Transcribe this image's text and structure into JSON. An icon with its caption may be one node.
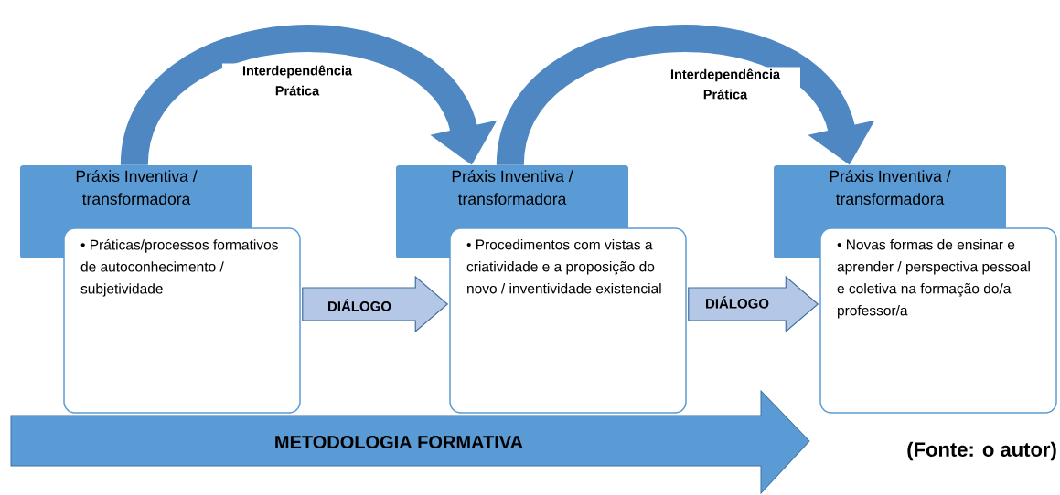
{
  "diagram": {
    "caption": "(Fonte: o autor)",
    "nodes": [
      {
        "text": [
          "Práxis Inventiva / transformadora"
        ]
      },
      {
        "text": [
          "• Práticas/processos formativos de autoconhecimento / subjetividade"
        ]
      },
      {
        "text": [
          "Práxis Inventiva / transformadora"
        ]
      },
      {
        "text": [
          "• Procedimentos com vistas a criatividade e a proposição do novo / inventividade existencial"
        ]
      },
      {
        "text": [
          "Práxis Inventiva / transformadora"
        ]
      },
      {
        "text": [
          "• Novas formas de ensinar e aprender / perspectiva pessoal e coletiva na formação do/a professor/a"
        ]
      },
      {
        "text": [
          "METODOLOGIA FORMATIVA"
        ]
      }
    ],
    "edges": [
      {
        "from": 0,
        "to": 2,
        "arrow": "to",
        "label": "Interdependência Prática"
      },
      {
        "from": 2,
        "to": 4,
        "arrow": "to",
        "label": "Interdependência Prática"
      },
      {
        "from": 1,
        "to": 3,
        "arrow": "to",
        "label": "DIÁLOGO"
      },
      {
        "from": 3,
        "to": 5,
        "arrow": "to",
        "label": "DIÁLOGO"
      }
    ]
  }
}
